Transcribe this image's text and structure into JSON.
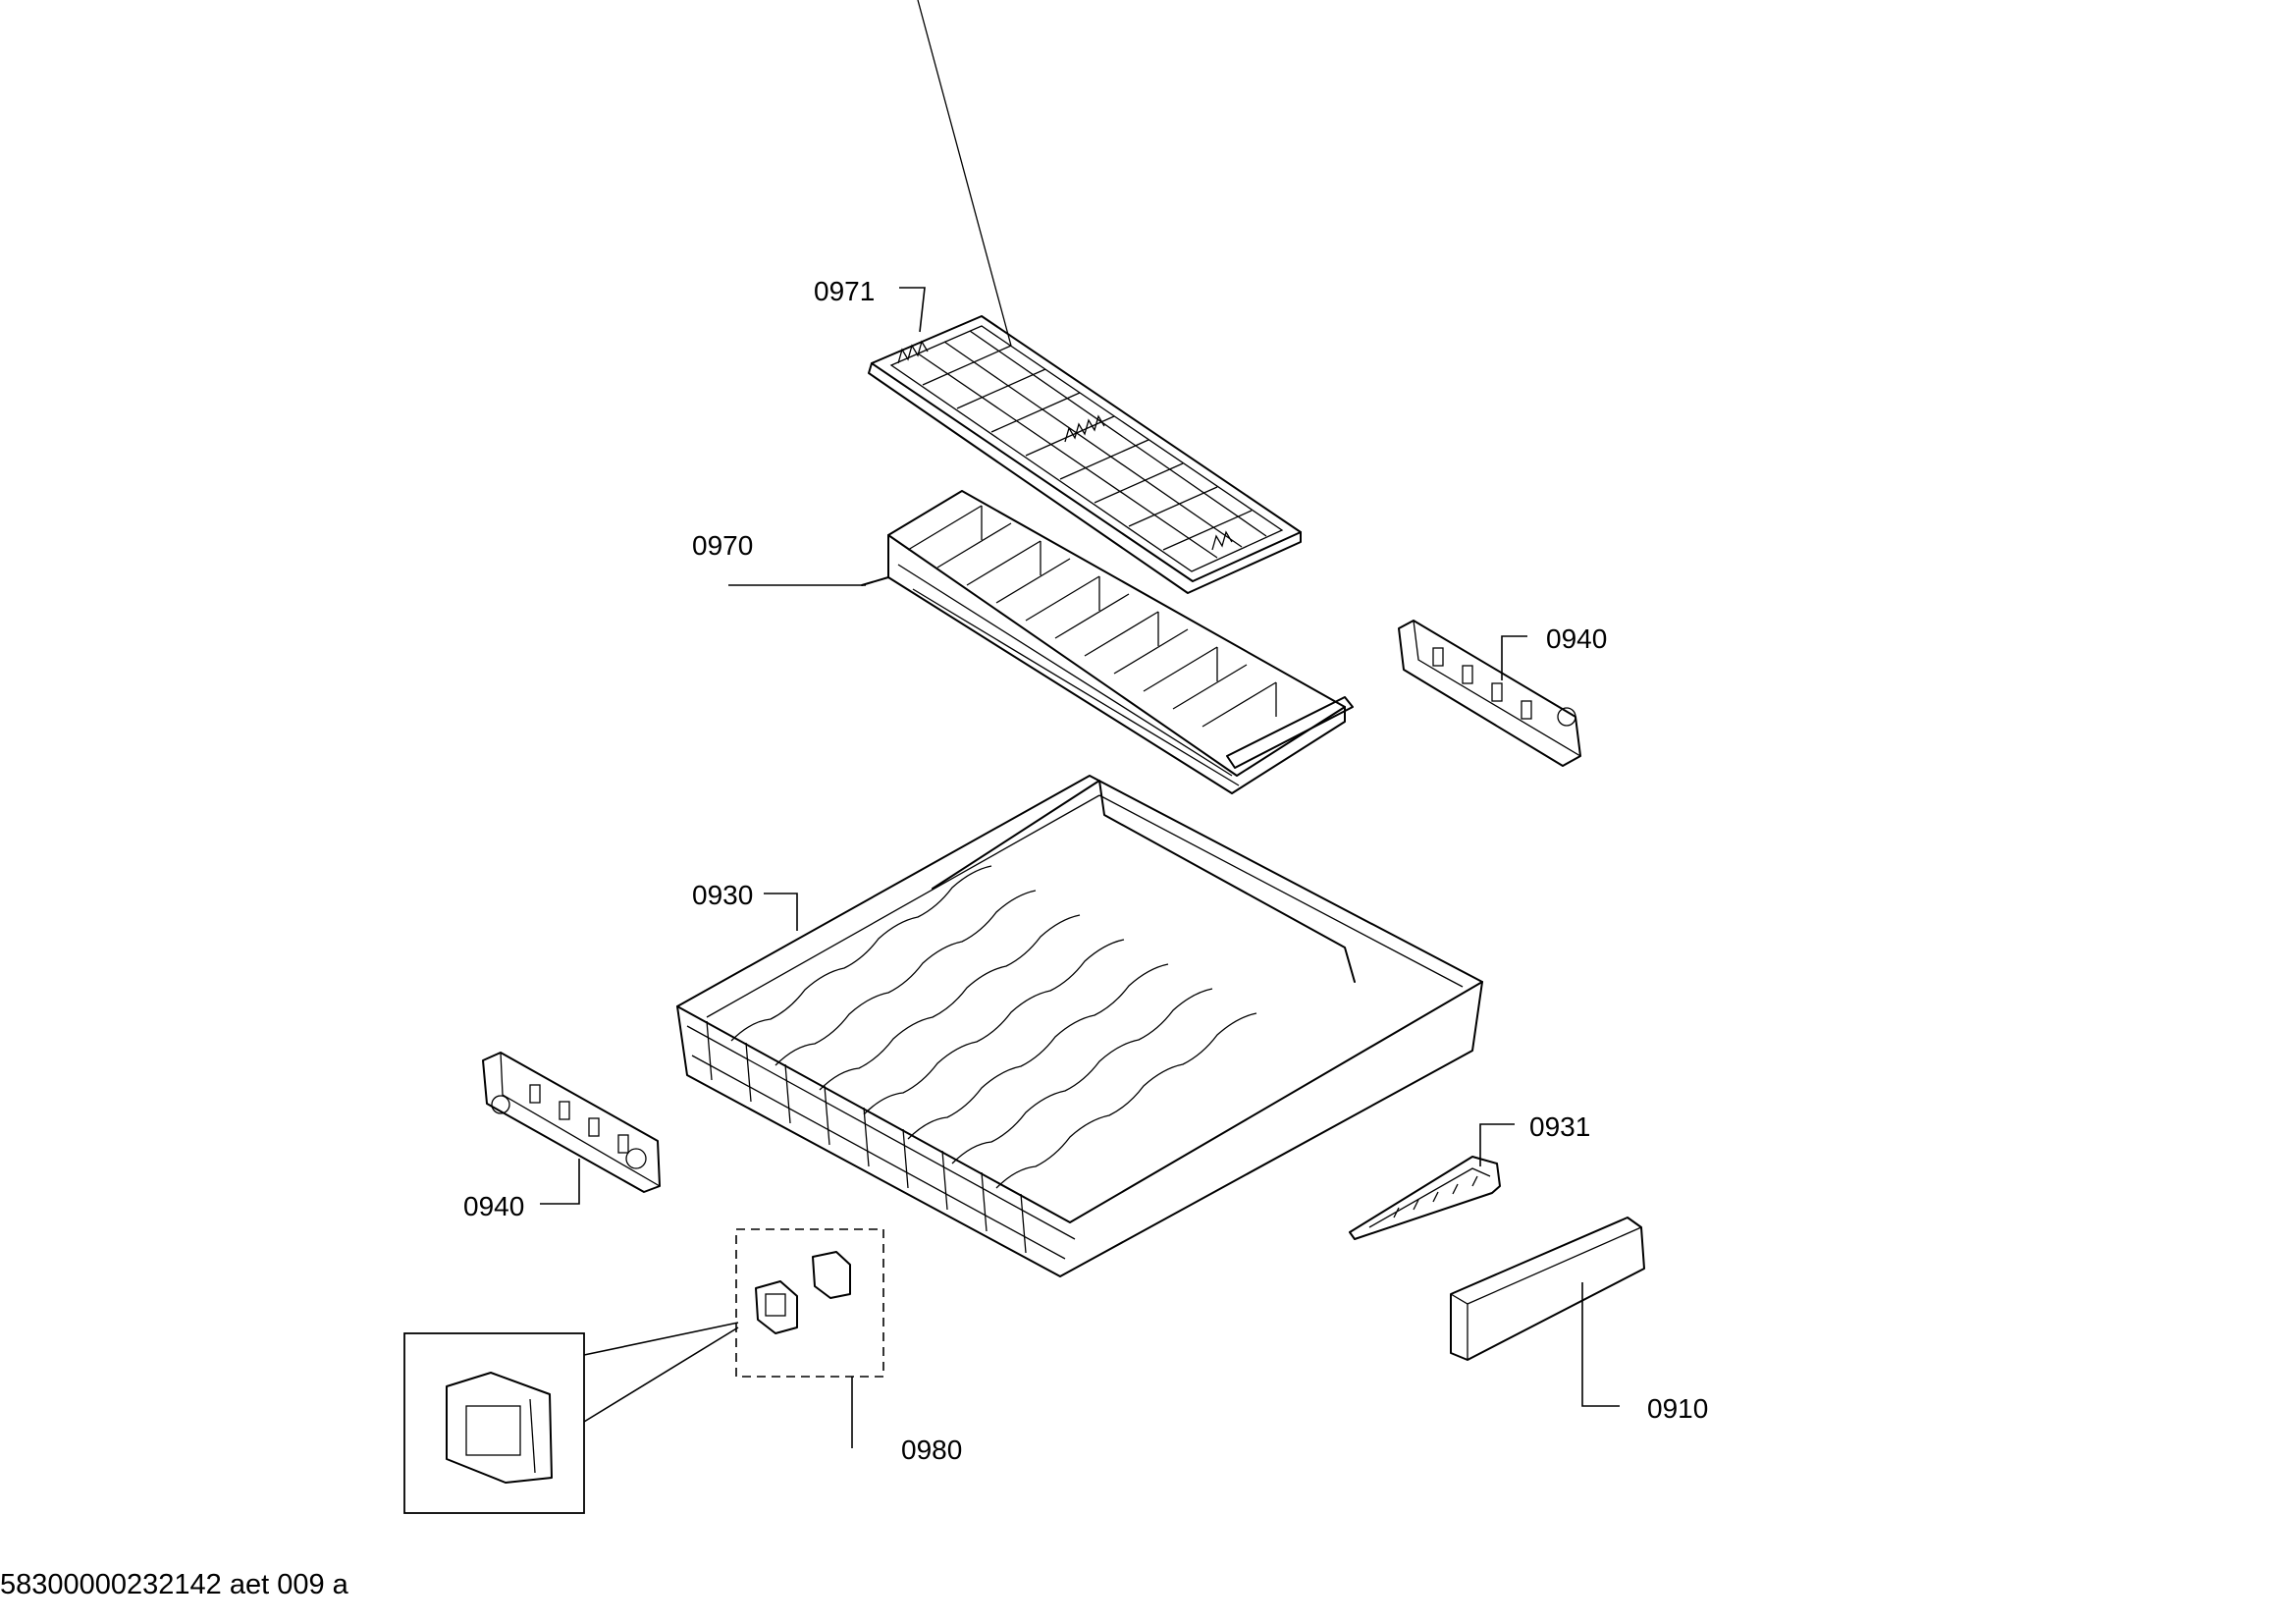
{
  "callouts": {
    "p0971": "0971",
    "p0970": "0970",
    "p0940_right": "0940",
    "p0930": "0930",
    "p0931": "0931",
    "p0940_left": "0940",
    "p0980": "0980",
    "p0910": "0910"
  },
  "footer": {
    "document_id": "58300000232142 aet 009 a"
  }
}
